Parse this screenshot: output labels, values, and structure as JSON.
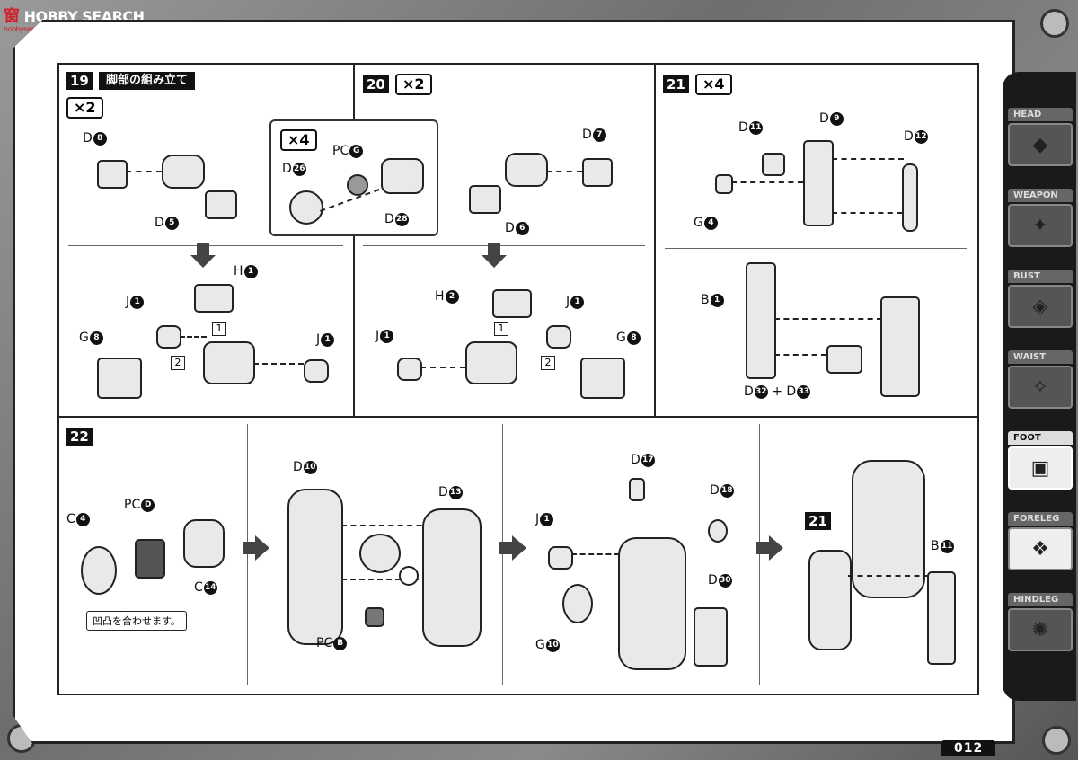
{
  "watermark": {
    "brand_main": "HOBBY SEARCH",
    "brand_jp": "窗",
    "brand_sub": "hobbysearch.co.jp"
  },
  "step19": {
    "number": "19",
    "title": "脚部の組み立て",
    "multiplier": "×2",
    "callout_mult": "×4"
  },
  "step20": {
    "number": "20",
    "multiplier": "×2"
  },
  "step21": {
    "number": "21",
    "multiplier": "×4"
  },
  "step22": {
    "number": "22",
    "note": "凹凸を合わせます。",
    "ref_step": "21"
  },
  "labels": {
    "s19_d8": "D",
    "s19_d8n": "8",
    "s19_d5": "D",
    "s19_d5n": "5",
    "s19_d26": "D",
    "s19_d26n": "26",
    "s19_pcg": "PC",
    "s19_pcgn": "G",
    "s19_d28": "D",
    "s19_d28n": "28",
    "s19_h1": "H",
    "s19_h1n": "1",
    "s19_j1a": "J",
    "s19_j1an": "1",
    "s19_g8": "G",
    "s19_g8n": "8",
    "s19_j1b": "J",
    "s19_j1bn": "1",
    "s20_d7": "D",
    "s20_d7n": "7",
    "s20_d6": "D",
    "s20_d6n": "6",
    "s20_h2": "H",
    "s20_h2n": "2",
    "s20_j1a": "J",
    "s20_j1an": "1",
    "s20_j1b": "J",
    "s20_j1bn": "1",
    "s20_g8": "G",
    "s20_g8n": "8",
    "s21_d11": "D",
    "s21_d11n": "11",
    "s21_d9": "D",
    "s21_d9n": "9",
    "s21_d12": "D",
    "s21_d12n": "12",
    "s21_g4": "G",
    "s21_g4n": "4",
    "s21_b1": "B",
    "s21_b1n": "1",
    "s21_d32": "D",
    "s21_d32n": "32",
    "s21_plus": "+",
    "s21_d33": "D",
    "s21_d33n": "33",
    "s22_c4": "C",
    "s22_c4n": "4",
    "s22_pcd": "PC",
    "s22_pcdn": "D",
    "s22_c14": "C",
    "s22_c14n": "14",
    "s22_d10": "D",
    "s22_d10n": "10",
    "s22_d13": "D",
    "s22_d13n": "13",
    "s22_pcb": "PC",
    "s22_pcbn": "B",
    "s22_d17": "D",
    "s22_d17n": "17",
    "s22_d18": "D",
    "s22_d18n": "18",
    "s22_j1": "J",
    "s22_j1n": "1",
    "s22_d30": "D",
    "s22_d30n": "30",
    "s22_g10": "G",
    "s22_g10n": "10",
    "s22_b11": "B",
    "s22_b11n": "11",
    "order1": "1",
    "order2": "2"
  },
  "sidebar": {
    "tabs": [
      {
        "label": "HEAD",
        "icon": "head-icon",
        "active": false
      },
      {
        "label": "WEAPON",
        "icon": "weapon-icon",
        "active": false
      },
      {
        "label": "BUST",
        "icon": "bust-icon",
        "active": false
      },
      {
        "label": "WAIST",
        "icon": "waist-icon",
        "active": false
      },
      {
        "label": "FOOT",
        "icon": "foot-icon",
        "active": true
      },
      {
        "label": "FORELEG",
        "icon": "foreleg-icon",
        "active": false
      },
      {
        "label": "HINDLEG",
        "icon": "hindleg-icon",
        "active": false
      }
    ]
  },
  "page_number": "012"
}
